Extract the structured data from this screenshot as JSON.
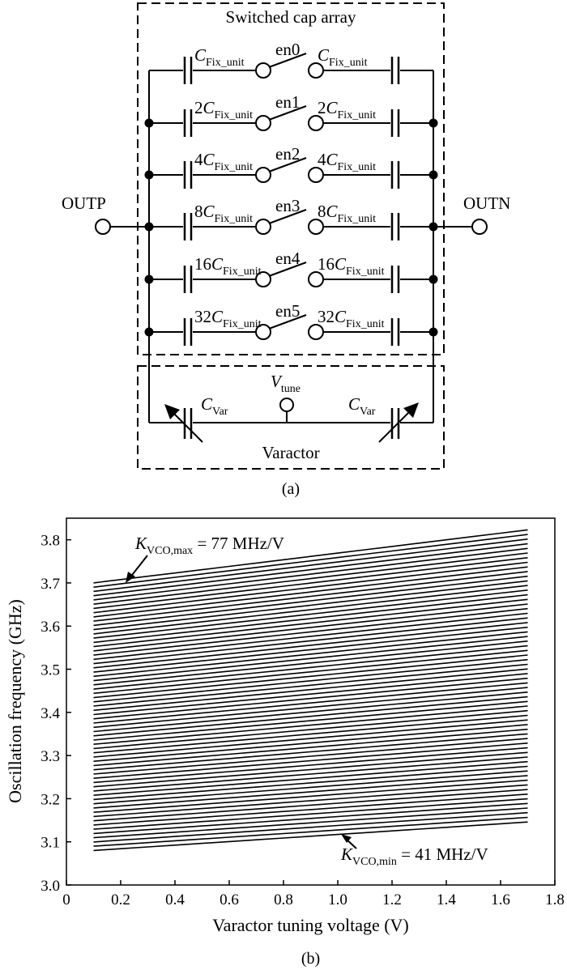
{
  "circuit": {
    "array_title": "Switched cap array",
    "varactor_title": "Varactor",
    "port_left": "OUTP",
    "port_right": "OUTN",
    "rows": [
      {
        "mult": "",
        "switch": "en0"
      },
      {
        "mult": "2",
        "switch": "en1"
      },
      {
        "mult": "4",
        "switch": "en2"
      },
      {
        "mult": "8",
        "switch": "en3"
      },
      {
        "mult": "16",
        "switch": "en4"
      },
      {
        "mult": "32",
        "switch": "en5"
      }
    ],
    "cap_symbol": "C",
    "cap_sub": "Fix_unit",
    "tune_symbol": "V",
    "tune_sub": "tune",
    "var_symbol": "C",
    "var_sub": "Var",
    "caption": "(a)"
  },
  "chart_data": {
    "type": "line",
    "xlabel": "Varactor tuning voltage (V)",
    "ylabel": "Oscillation frequency (GHz)",
    "xlim": [
      0,
      1.8
    ],
    "ylim": [
      3.0,
      3.85
    ],
    "xticks": [
      "0",
      "0.2",
      "0.4",
      "0.6",
      "0.8",
      "1.0",
      "1.2",
      "1.4",
      "1.6",
      "1.8"
    ],
    "yticks": [
      "3.0",
      "3.1",
      "3.2",
      "3.3",
      "3.4",
      "3.5",
      "3.6",
      "3.7",
      "3.8"
    ],
    "curves": {
      "count": 64,
      "x_start": 0.1,
      "x_end": 1.7,
      "lowest": {
        "start": 3.08,
        "end": 3.146
      },
      "highest": {
        "start": 3.7,
        "end": 3.823
      }
    },
    "annotation_max": {
      "symbol": "K",
      "sub": "VCO,max",
      "text": " = 77 MHz/V"
    },
    "annotation_min": {
      "symbol": "K",
      "sub": "VCO,min",
      "text": " = 41 MHz/V"
    },
    "caption": "(b)"
  }
}
